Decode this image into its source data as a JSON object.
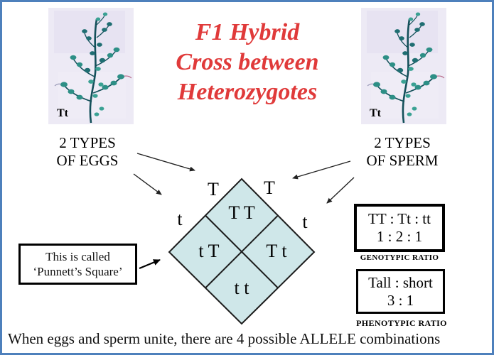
{
  "frame": {
    "border_color": "#4e80bc"
  },
  "title": {
    "color": "#e03a3a",
    "lines": [
      "F1 Hybrid",
      "Cross between",
      "Heterozygotes"
    ]
  },
  "plants": {
    "left_label": "Tt",
    "right_label": "Tt"
  },
  "eggs_label": {
    "lines": [
      "2 TYPES",
      "OF EGGS"
    ]
  },
  "sperm_label": {
    "lines": [
      "2 TYPES",
      "OF SPERM"
    ]
  },
  "punnett": {
    "fill_color": "#cfe7e9",
    "top_left_allele": "T",
    "top_right_allele": "T",
    "left_allele": "t",
    "right_allele": "t",
    "cells": {
      "top": "T T",
      "left": "t T",
      "right": "T t",
      "bottom": "t t"
    }
  },
  "callout": {
    "lines": [
      "This is called",
      "‘Punnett’s Square’"
    ]
  },
  "genotypic": {
    "line1": "TT : Tt : tt",
    "line2": "1 : 2 : 1",
    "caption": "GENOTYPIC RATIO"
  },
  "phenotypic": {
    "line1": "Tall : short",
    "line2": "3 : 1",
    "caption": "PHENOTYPIC RATIO"
  },
  "footer": {
    "text": "When eggs and sperm unite, there are 4 possible ALLELE combinations"
  }
}
